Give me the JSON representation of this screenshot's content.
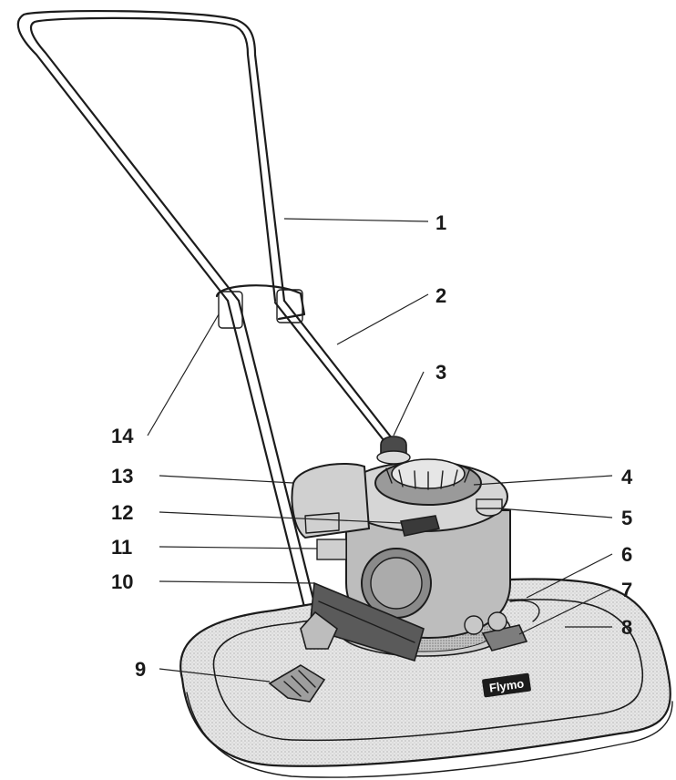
{
  "diagram": {
    "callouts": [
      {
        "id": "1",
        "label": "1"
      },
      {
        "id": "2",
        "label": "2"
      },
      {
        "id": "3",
        "label": "3"
      },
      {
        "id": "4",
        "label": "4"
      },
      {
        "id": "5",
        "label": "5"
      },
      {
        "id": "6",
        "label": "6"
      },
      {
        "id": "7",
        "label": "7"
      },
      {
        "id": "8",
        "label": "8"
      },
      {
        "id": "9",
        "label": "9"
      },
      {
        "id": "10",
        "label": "10"
      },
      {
        "id": "11",
        "label": "11"
      },
      {
        "id": "12",
        "label": "12"
      },
      {
        "id": "13",
        "label": "13"
      },
      {
        "id": "14",
        "label": "14"
      }
    ],
    "logo": {
      "text": "Flymo"
    }
  },
  "colors": {
    "ink": "#1c1c1c",
    "hood_fill": "#dcdcdc",
    "engine_fill": "#bdbdbd",
    "paper": "#ffffff"
  }
}
